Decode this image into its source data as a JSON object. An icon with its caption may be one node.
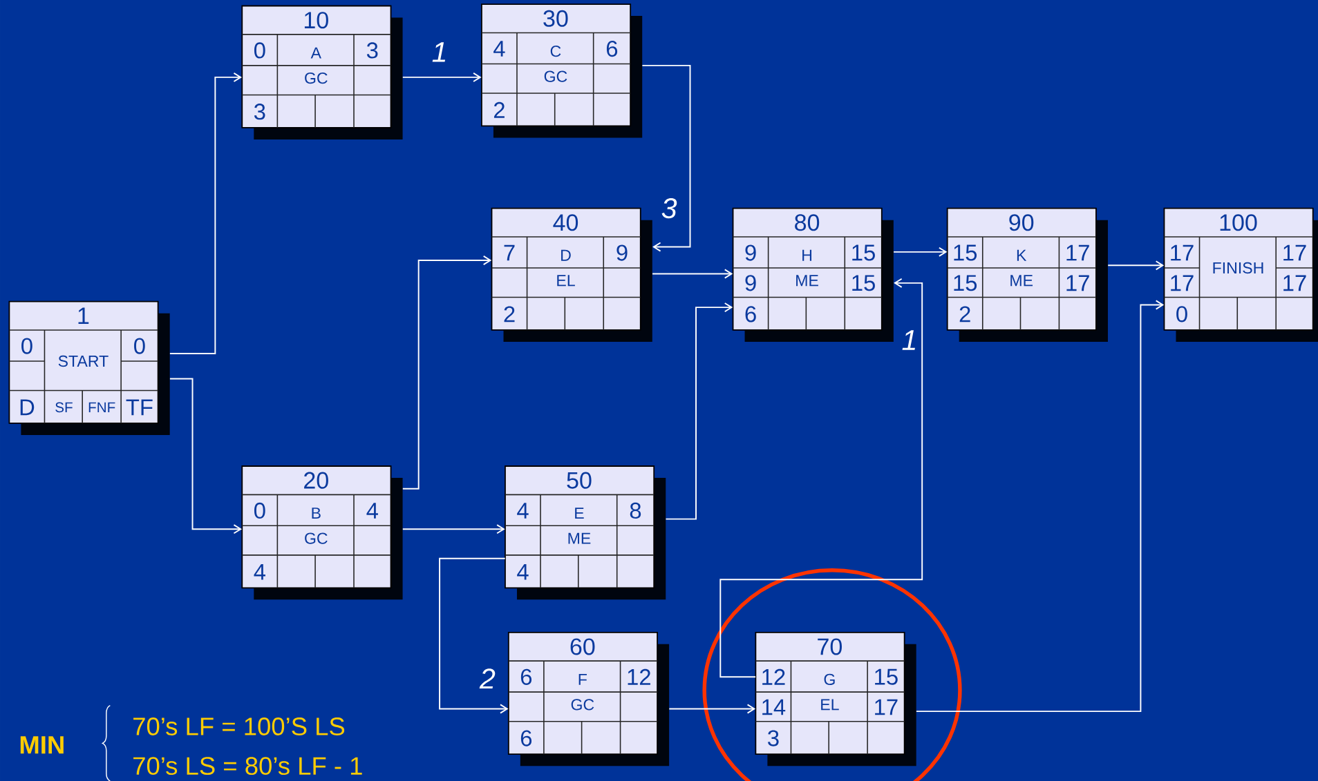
{
  "diagram": {
    "nodes": [
      {
        "text": [
          "1",
          "0",
          "START",
          "0",
          "D",
          "SF",
          "FNF",
          "TF"
        ]
      },
      {
        "text": [
          "10",
          "0",
          "A",
          "3",
          "GC",
          "3"
        ]
      },
      {
        "text": [
          "20",
          "0",
          "B",
          "4",
          "GC",
          "4"
        ]
      },
      {
        "text": [
          "30",
          "4",
          "C",
          "6",
          "GC",
          "2"
        ]
      },
      {
        "text": [
          "40",
          "7",
          "D",
          "9",
          "EL",
          "2"
        ]
      },
      {
        "text": [
          "50",
          "4",
          "E",
          "8",
          "ME",
          "4"
        ]
      },
      {
        "text": [
          "60",
          "6",
          "F",
          "12",
          "GC",
          "6"
        ]
      },
      {
        "text": [
          "70",
          "12",
          "G",
          "15",
          "14",
          "EL",
          "17",
          "3"
        ]
      },
      {
        "text": [
          "80",
          "9",
          "H",
          "15",
          "9",
          "ME",
          "15",
          "6"
        ]
      },
      {
        "text": [
          "90",
          "15",
          "K",
          "17",
          "15",
          "ME",
          "17",
          "2"
        ]
      },
      {
        "text": [
          "100",
          "17",
          "FINISH",
          "17",
          "17",
          "17",
          "0"
        ]
      }
    ],
    "edges": [
      {
        "from": 0,
        "to": 1,
        "arrow": "to"
      },
      {
        "from": 0,
        "to": 2,
        "arrow": "to"
      },
      {
        "from": 1,
        "to": 3,
        "arrow": "to",
        "label": "1"
      },
      {
        "from": 3,
        "to": 4,
        "arrow": "to",
        "label": "3"
      },
      {
        "from": 2,
        "to": 4,
        "arrow": "to"
      },
      {
        "from": 2,
        "to": 5,
        "arrow": "to"
      },
      {
        "from": 4,
        "to": 8,
        "arrow": "to"
      },
      {
        "from": 5,
        "to": 8,
        "arrow": "to"
      },
      {
        "from": 5,
        "to": 6,
        "arrow": "to",
        "label": "2"
      },
      {
        "from": 6,
        "to": 7,
        "arrow": "to"
      },
      {
        "from": 7,
        "to": 8,
        "arrow": "to",
        "label": "1"
      },
      {
        "from": 8,
        "to": 9,
        "arrow": "to"
      },
      {
        "from": 9,
        "to": 10,
        "arrow": "to"
      },
      {
        "from": 7,
        "to": 10,
        "arrow": "to"
      }
    ],
    "labels": [
      "MIN",
      "70’s LF = 100’S LS",
      "70’s LS = 80’s LF - 1"
    ]
  }
}
